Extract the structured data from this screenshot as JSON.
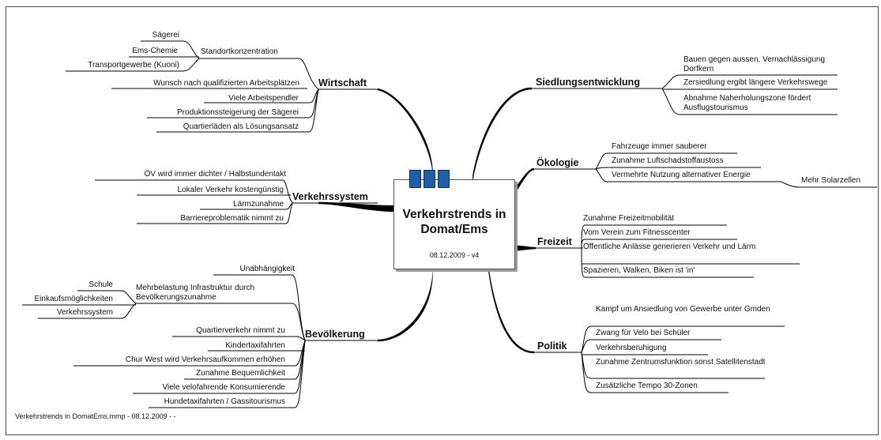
{
  "central": {
    "title": "Verkehrstrends in Domat/Ems",
    "date": "08.12.2009 - v4"
  },
  "footer": "Verkehrstrends in DomatEms.mmp - 08.12.2009 -  -",
  "line_color": "#000000",
  "binder_ring_color": "#1e5fa8",
  "topics": {
    "wirtschaft": {
      "label": "Wirtschaft",
      "items": [
        "Standortkonzentration",
        "Wunsch nach qualifizierten Arbeitsplätzen",
        "Viele Arbeitspendler",
        "Produktionssteigerung der Sägerei",
        "Quartierläden als Lösungsansatz"
      ],
      "standort_sub": [
        "Sägerei",
        "Ems-Chemie",
        "Transportgewerbe (Kuoni)"
      ]
    },
    "verkehrssystem": {
      "label": "Verkehrssystem",
      "items": [
        "ÖV wird immer dichter / Halbstundentakt",
        "Lokaler Verkehr kostengünstig",
        "Lärmzunahme",
        "Barriereproblematik nimmt zu"
      ]
    },
    "bevoelkerung": {
      "label": "Bevölkerung",
      "items": [
        "Unabhängigkeit",
        "Mehrbelastung Infrastruktur durch Bevölkerungszunahme",
        "Quartierverkehr nimmt zu",
        "Kindertaxifahrten",
        "Chur West wird Verkehrsaufkommen erhöhen",
        "Zunahme Bequemlichkeit",
        "Viele velofahrende Konsumierende",
        "Hundetaxifahrten / Gassitourismus"
      ],
      "mehrbelastung_sub": [
        "Schule",
        "Einkaufsmöglichkeiten",
        "Verkehrssystem"
      ]
    },
    "siedlung": {
      "label": "Siedlungsentwicklung",
      "items": [
        "Bauen gegen aussen, Vernachlässigung Dorfkern",
        "Zersiedlung ergibt längere Verkehrswege",
        "Abnahme Naherholungszone fördert Ausflugstourismus"
      ]
    },
    "oekologie": {
      "label": "Ökologie",
      "items": [
        "Fahrzeuge immer sauberer",
        "Zunahme Luftschadstoffaustoss",
        "Vermehrte Nutzung alternativer Energie"
      ],
      "energie_sub": [
        "Mehr Solarzellen"
      ]
    },
    "freizeit": {
      "label": "Freizeit",
      "items": [
        "Zunahme Freizeitmobilität",
        "Vom Verein zum Fitnesscenter",
        "Öffentliche Anlässe generieren Verkehr und Lärm",
        "Spazieren, Walken, Biken ist 'in'"
      ]
    },
    "politik": {
      "label": "Politik",
      "items": [
        "Kampf um Ansiedlung von Gewerbe unter Gmden",
        "Zwang für Velo bei Schüler",
        "Verkehrsberuhigung",
        "Zunahme Zentrumsfunktion sonst Satellitenstadt",
        "Zusätzliche Tempo 30-Zonen"
      ]
    }
  }
}
